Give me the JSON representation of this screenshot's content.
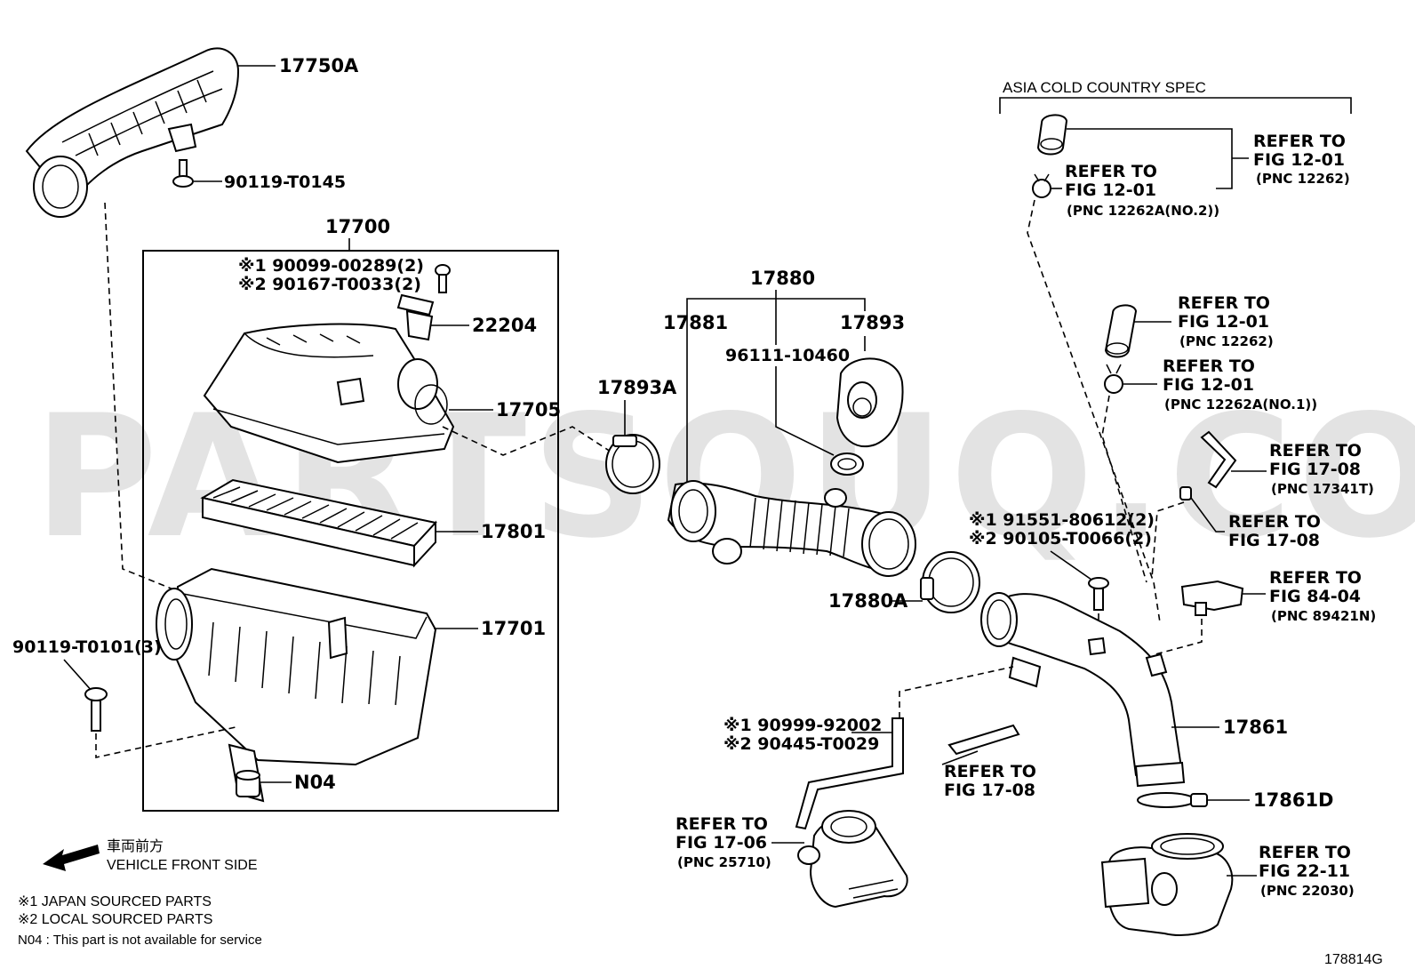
{
  "watermark": "PARTSOUQ.COM",
  "spec_note": "ASIA COLD COUNTRY SPEC",
  "labels": {
    "p17750A": "17750A",
    "p90119_T0145": "90119-T0145",
    "p17700": "17700",
    "p90099_line": "※1 90099-00289(2)",
    "p90167_line": "※2 90167-T0033(2)",
    "p22204": "22204",
    "p17705": "17705",
    "p17801": "17801",
    "p17701": "17701",
    "p90119_T0101": "90119-T0101(3)",
    "pN04": "N04",
    "p17893A": "17893A",
    "p17880": "17880",
    "p17881": "17881",
    "p96111": "96111-10460",
    "p17893": "17893",
    "p17880A": "17880A",
    "p91551_line": "※1 91551-80612(2)",
    "p90105_line": "※2 90105-T0066(2)",
    "p17861": "17861",
    "p17861D": "17861D",
    "p90999_line": "※1 90999-92002",
    "p90445_line": "※2 90445-T0029"
  },
  "refs": {
    "r1": {
      "line1": "REFER TO",
      "line2": "FIG 12-01",
      "pnc": "(PNC 12262)"
    },
    "r2": {
      "line1": "REFER TO",
      "line2": "FIG 12-01",
      "pnc": "(PNC 12262A(NO.2))"
    },
    "r3": {
      "line1": "REFER TO",
      "line2": "FIG 12-01",
      "pnc": "(PNC 12262)"
    },
    "r4": {
      "line1": "REFER TO",
      "line2": "FIG 12-01",
      "pnc": "(PNC 12262A(NO.1))"
    },
    "r5": {
      "line1": "REFER TO",
      "line2": "FIG 17-08",
      "pnc": "(PNC 17341T)"
    },
    "r6": {
      "line1": "REFER TO",
      "line2": "FIG 17-08"
    },
    "r7": {
      "line1": "REFER TO",
      "line2": "FIG 84-04",
      "pnc": "(PNC 89421N)"
    },
    "r8": {
      "line1": "REFER TO",
      "line2": "FIG 17-08"
    },
    "r9": {
      "line1": "REFER TO",
      "line2": "FIG 17-06",
      "pnc": "(PNC 25710)"
    },
    "r10": {
      "line1": "REFER TO",
      "line2": "FIG 22-11",
      "pnc": "(PNC 22030)"
    }
  },
  "legend": {
    "front_jp": "車両前方",
    "front_en": "VEHICLE FRONT SIDE",
    "note1": "※1  JAPAN SOURCED PARTS",
    "note2": "※2  LOCAL SOURCED PARTS",
    "note3": "N04 : This part is not available for service"
  },
  "figure_id": "178814G"
}
